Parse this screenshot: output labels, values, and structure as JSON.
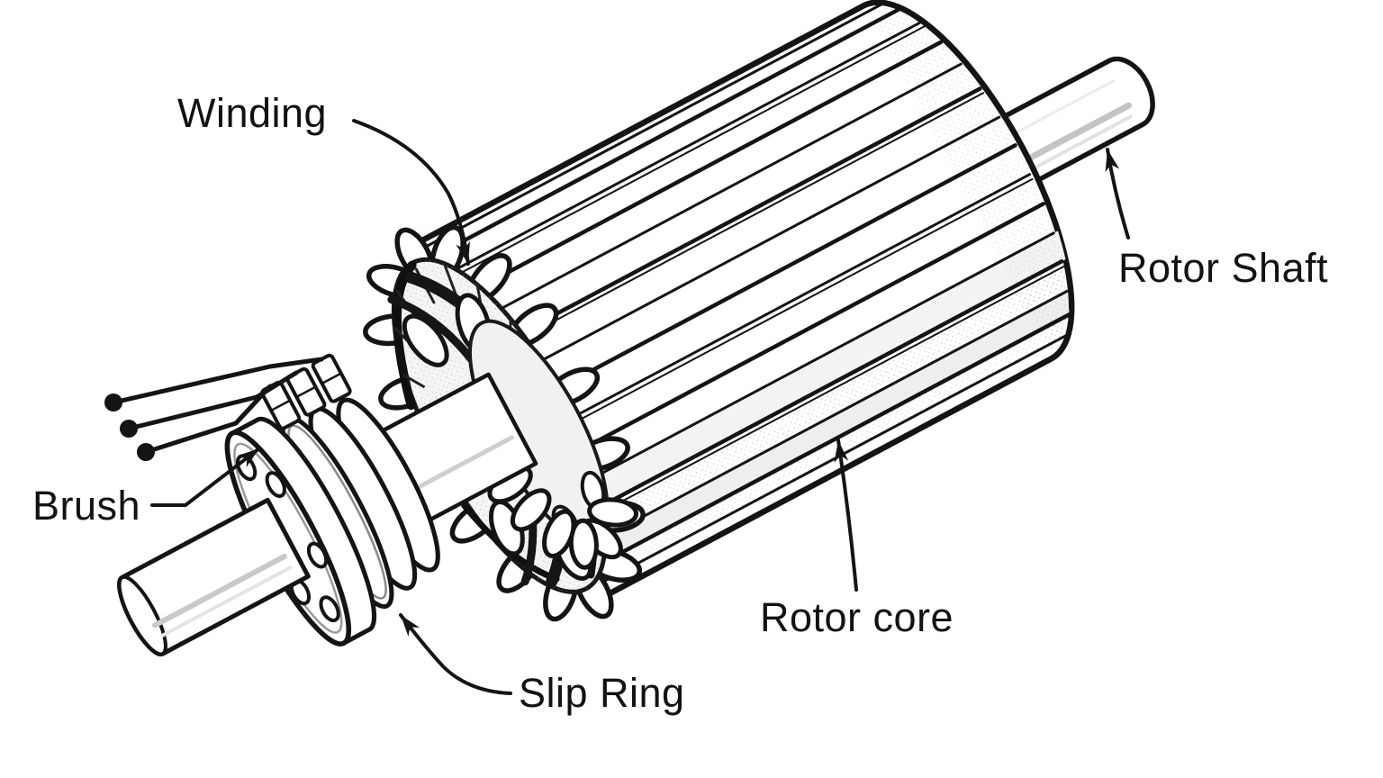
{
  "diagram": {
    "background_color": "#ffffff",
    "ink_color": "#141414",
    "shade_color": "#f2f2f2",
    "labels": {
      "winding": "Winding",
      "rotor_shaft": "Rotor Shaft",
      "brush": "Brush",
      "rotor_core": "Rotor core",
      "slip_ring": "Slip Ring"
    }
  }
}
